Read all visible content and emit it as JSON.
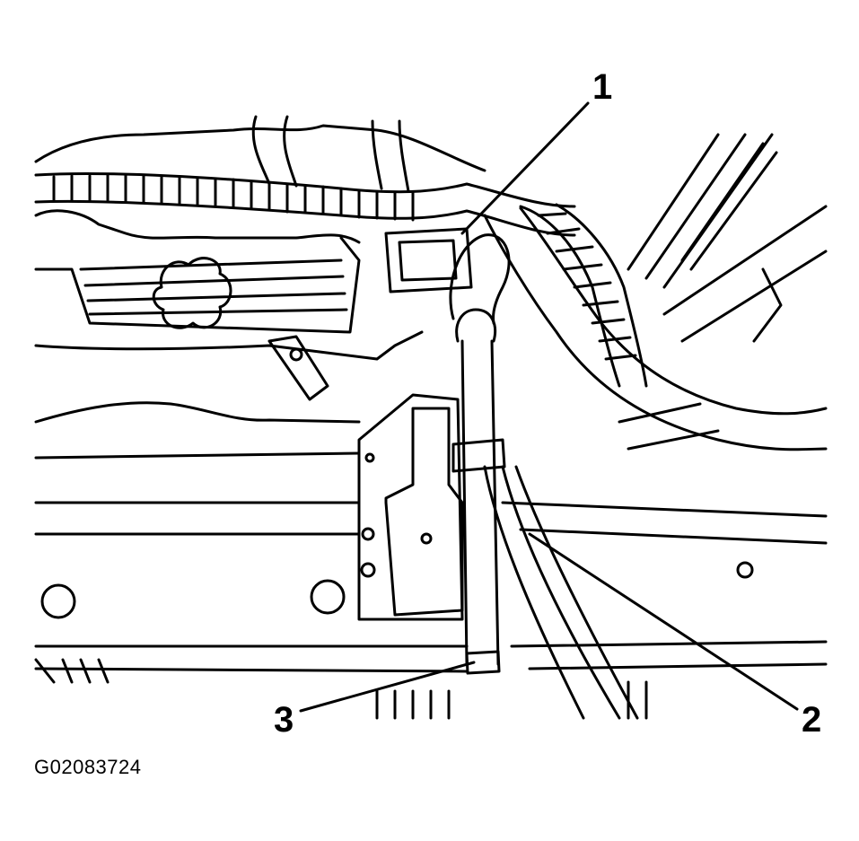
{
  "figure": {
    "id": "G02083724"
  },
  "callouts": [
    {
      "label": "1"
    },
    {
      "label": "2"
    },
    {
      "label": "3"
    }
  ],
  "colors": {
    "ink": "#000000",
    "paper": "#ffffff"
  }
}
